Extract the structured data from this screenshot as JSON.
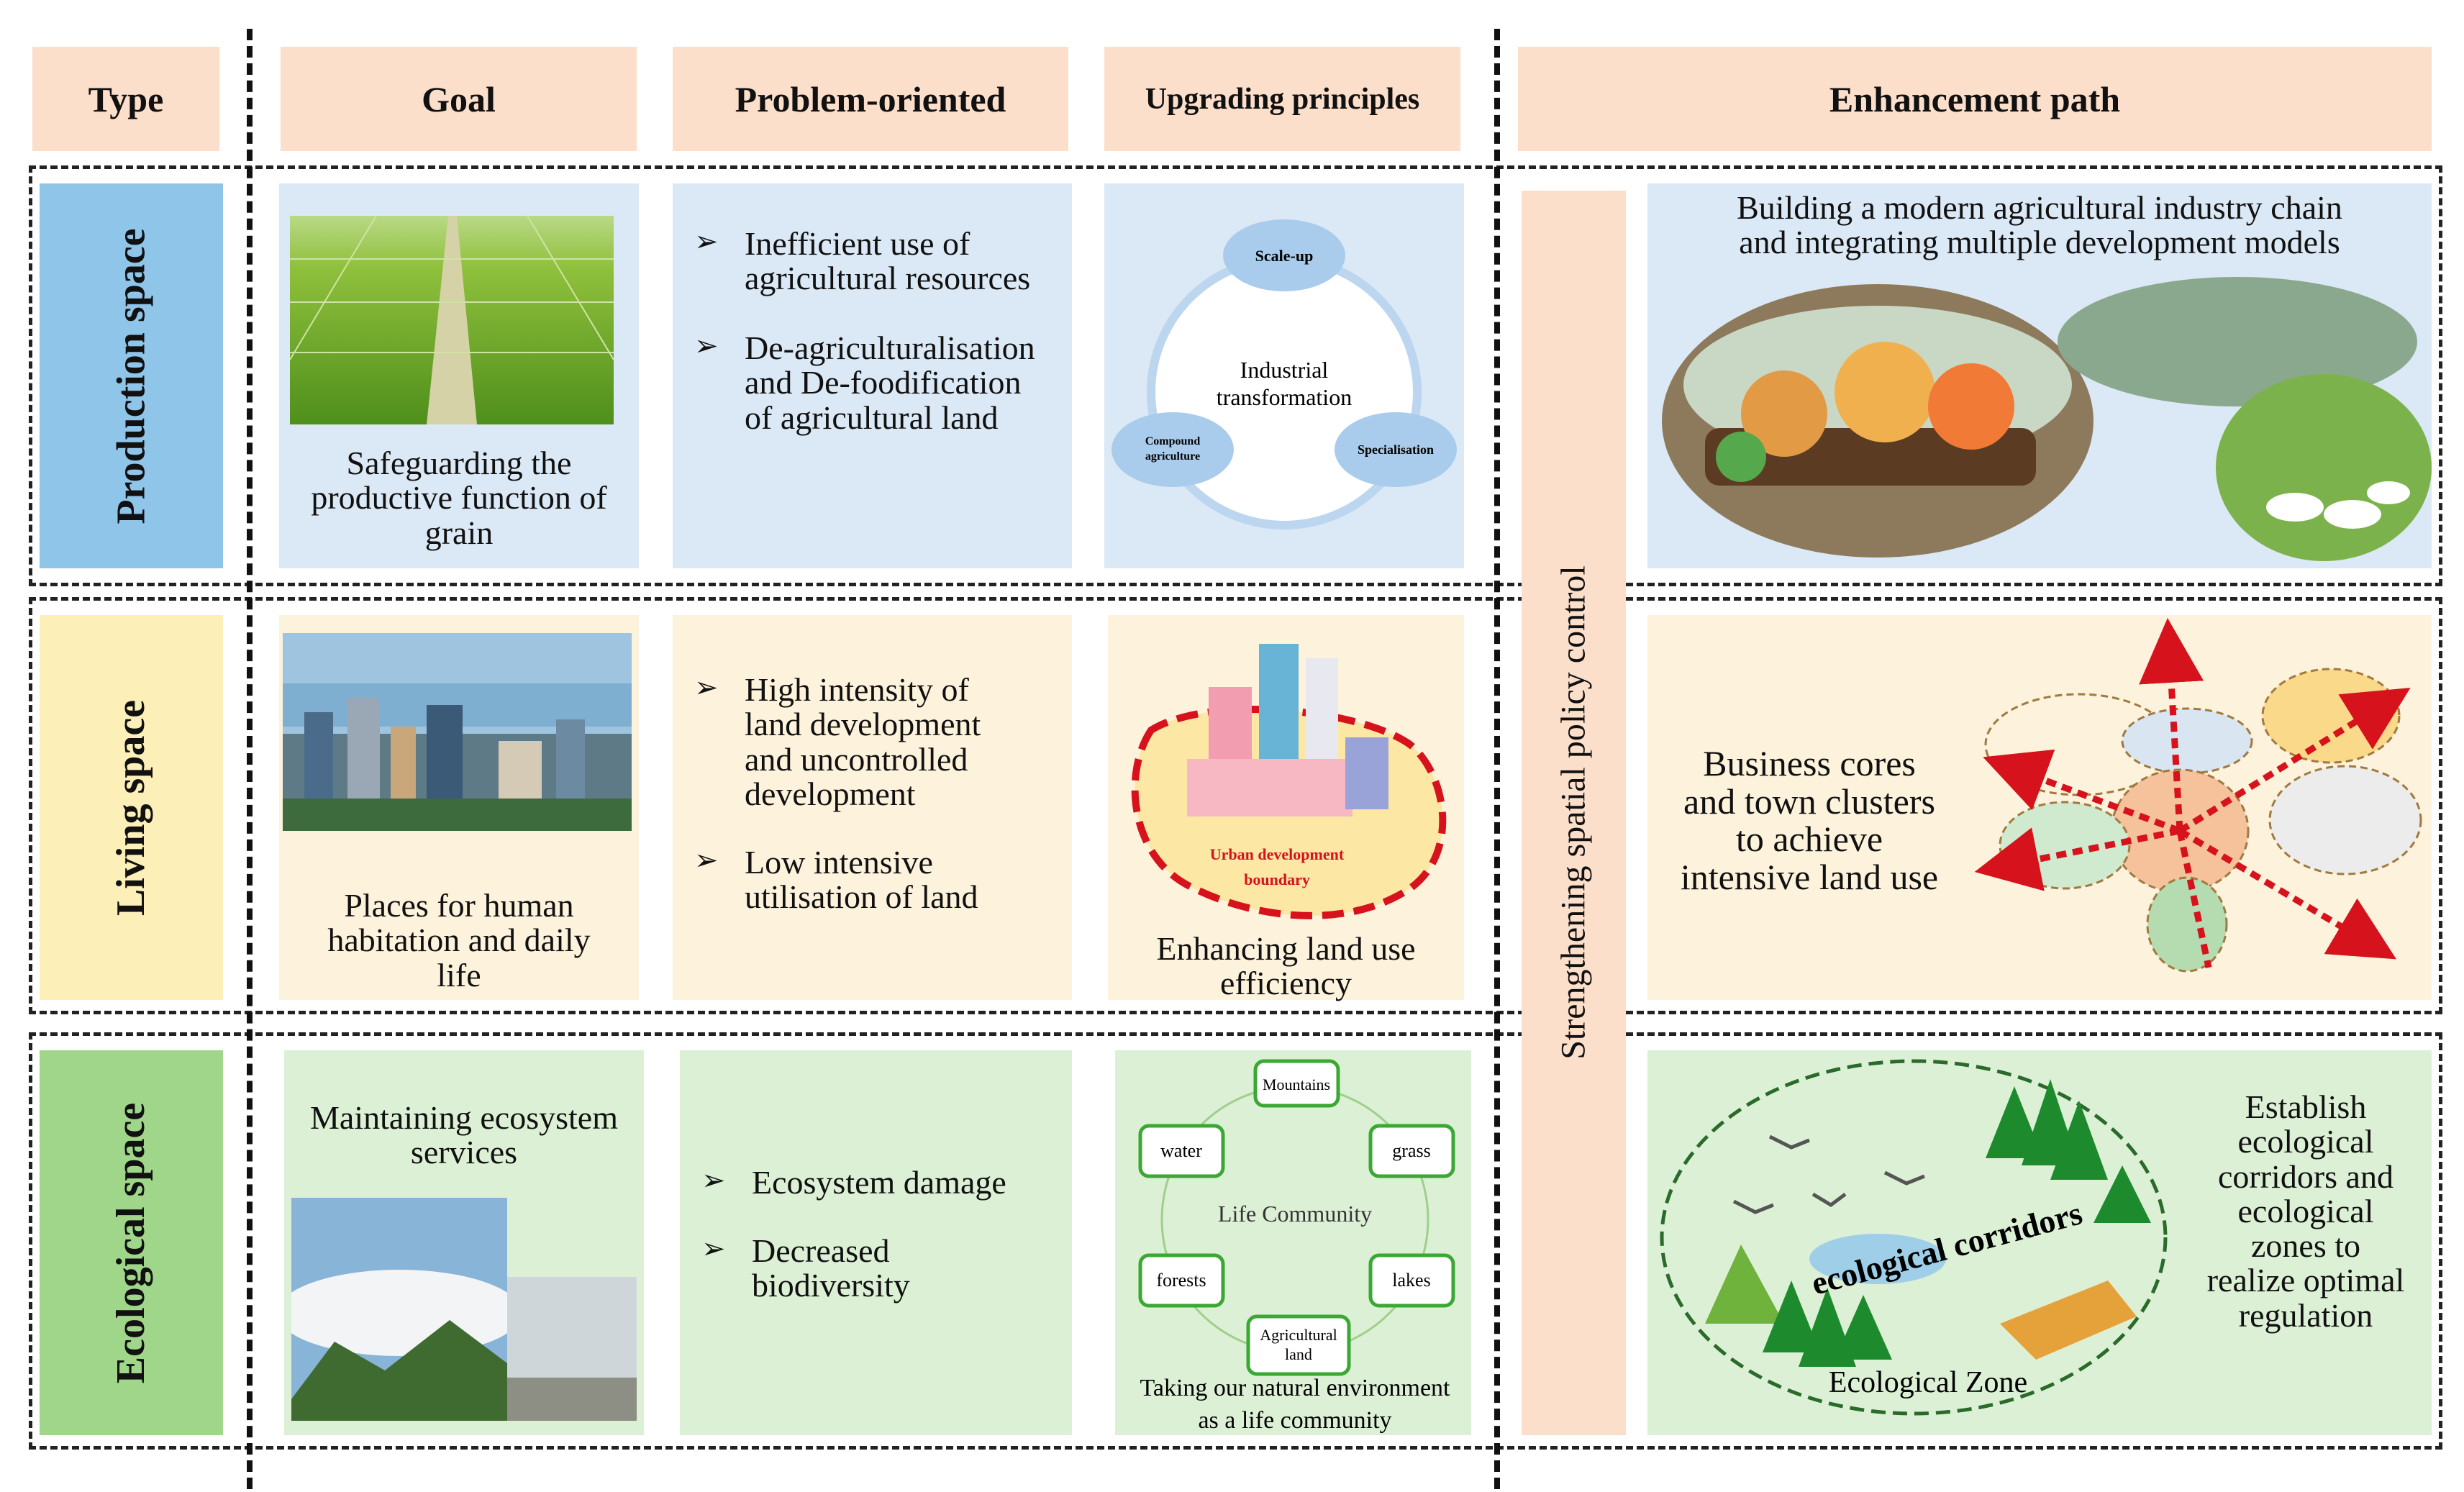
{
  "headers": {
    "type": "Type",
    "goal": "Goal",
    "problem": "Problem-oriented",
    "principles": "Upgrading principles",
    "path": "Enhancement path"
  },
  "policy_label": "Strengthening spatial policy control",
  "rows": {
    "production": {
      "type": "Production space",
      "goal": [
        "Safeguarding the",
        "productive function of",
        "grain"
      ],
      "problems": [
        [
          "Inefficient use of",
          "agricultural resources"
        ],
        [
          "De-agriculturalisation",
          "and De-foodification",
          "of agricultural land"
        ]
      ],
      "principles": {
        "center": [
          "Industrial",
          "transformation"
        ],
        "top": "Scale-up",
        "left": [
          "Compound",
          "agriculture"
        ],
        "right": "Specialisation"
      },
      "path": [
        "Building a modern agricultural industry chain",
        "and integrating multiple development models"
      ]
    },
    "living": {
      "type": "Living space",
      "goal": [
        "Places for human",
        "habitation and daily",
        "life"
      ],
      "problems": [
        [
          "High intensity of",
          "land development",
          "and uncontrolled",
          "development"
        ],
        [
          "Low intensive",
          "utilisation of land"
        ]
      ],
      "principles": {
        "boundary": [
          "Urban development",
          "boundary"
        ],
        "caption": [
          "Enhancing land use",
          "efficiency"
        ]
      },
      "path": [
        "Business cores",
        "and town clusters",
        "to achieve",
        "intensive land use"
      ]
    },
    "ecological": {
      "type": "Ecological space",
      "goal": [
        "Maintaining ecosystem",
        "services"
      ],
      "problems": [
        [
          "Ecosystem damage"
        ],
        [
          "Decreased",
          "biodiversity"
        ]
      ],
      "principles": {
        "nodes": {
          "mountains": "Mountains",
          "grass": "grass",
          "water": "water",
          "forests": "forests",
          "lakes": "lakes",
          "agri": [
            "Agricultural",
            "land"
          ]
        },
        "center": "Life Community",
        "caption": [
          "Taking our natural environment",
          "as a life community"
        ]
      },
      "path_text": [
        "Establish",
        "ecological",
        "corridors and",
        "ecological",
        "zones to",
        "realize optimal",
        "regulation"
      ],
      "corridor_label": "ecological corridors",
      "zone_label": "Ecological Zone"
    }
  },
  "bullet_marker": "➢",
  "colors": {
    "header": "#fcdfcb",
    "production_type": "#90c5ea",
    "living_type": "#fdefb8",
    "ecological_type": "#9fd68a",
    "production_bg": "#dbe8f5",
    "living_bg": "#fdf2dc",
    "ecological_bg": "#dcf0d6",
    "boundary_red": "#d6121c"
  }
}
